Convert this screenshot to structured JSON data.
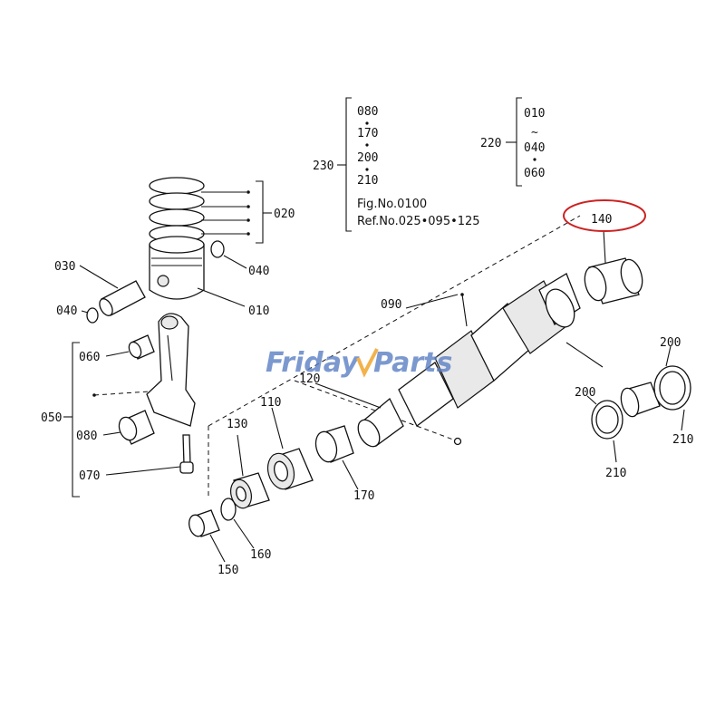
{
  "diagram": {
    "callouts": {
      "c010": "010",
      "c020": "020",
      "c030": "030",
      "c040a": "040",
      "c040b": "040",
      "c050": "050",
      "c060": "060",
      "c070": "070",
      "c080": "080",
      "c090": "090",
      "c110": "110",
      "c120": "120",
      "c130": "130",
      "c140": "140",
      "c150": "150",
      "c160": "160",
      "c170": "170",
      "c200a": "200",
      "c200b": "200",
      "c210a": "210",
      "c210b": "210"
    },
    "kit230": {
      "label": "230",
      "items": [
        "080",
        "170",
        "200",
        "210"
      ],
      "fig": "Fig.No.0100",
      "ref": "Ref.No.025•095•125"
    },
    "kit220": {
      "label": "220",
      "items": [
        "010",
        "~",
        "040",
        "060"
      ]
    },
    "highlight_color": "#cc2222",
    "watermark": {
      "left": "Friday",
      "right": "Parts",
      "color_blue": "#5b7fc4",
      "color_orange": "#f0a020"
    }
  }
}
